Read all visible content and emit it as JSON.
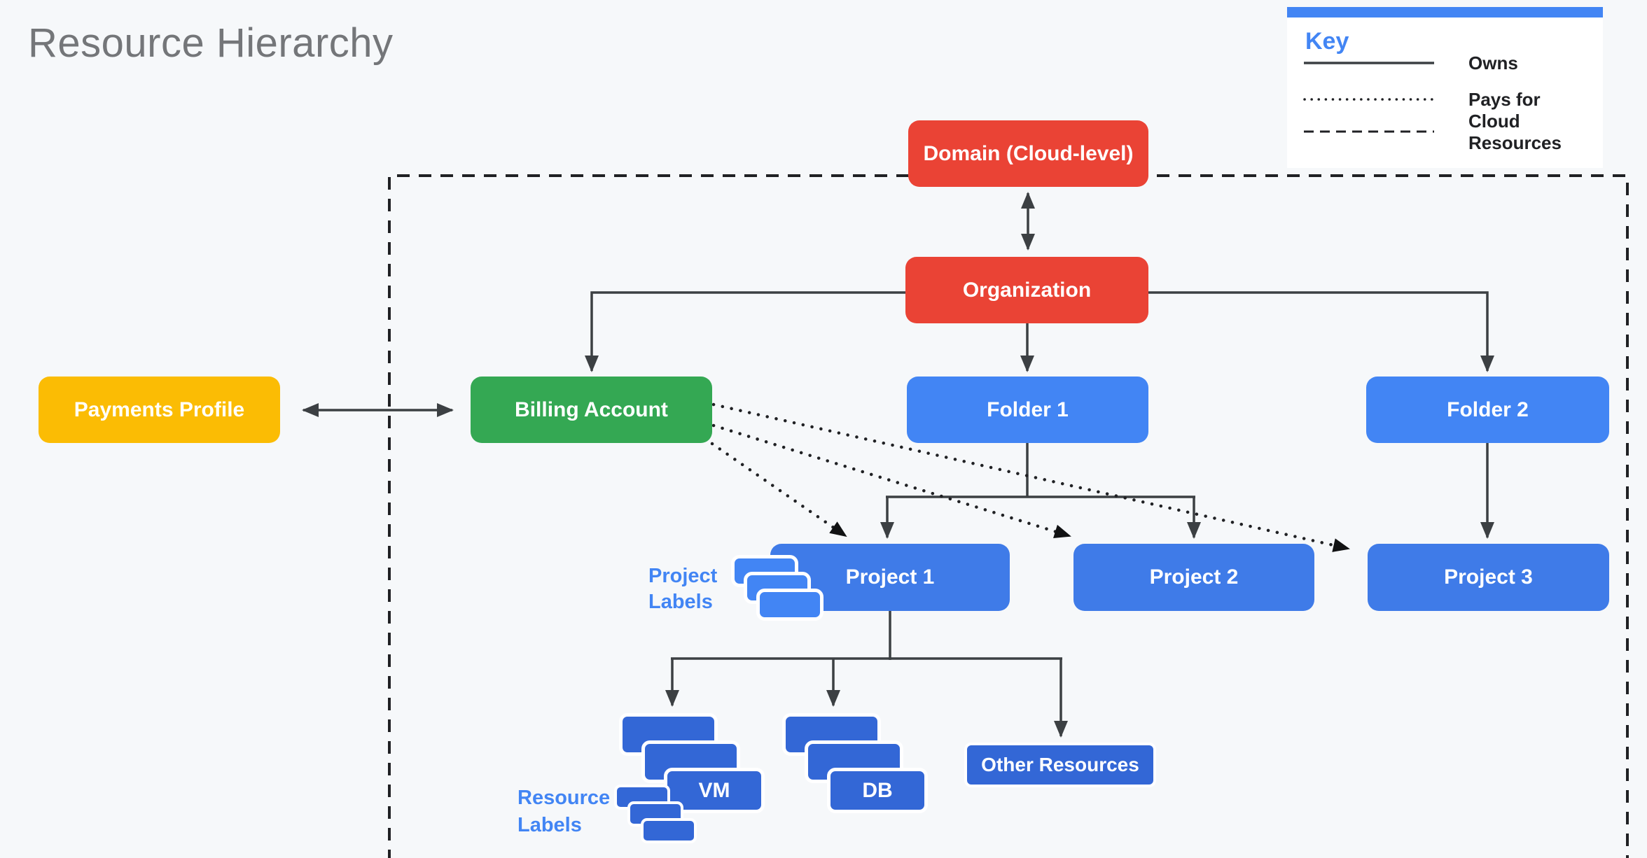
{
  "title": "Resource Hierarchy",
  "key": {
    "heading": "Key",
    "items": [
      {
        "style": "solid",
        "label": "Owns"
      },
      {
        "style": "dotted",
        "label": "Pays for"
      },
      {
        "style": "dashed",
        "label": "Cloud\nResources"
      }
    ]
  },
  "nodes": {
    "domain": {
      "label": "Domain (Cloud-level)"
    },
    "organization": {
      "label": "Organization"
    },
    "payments_profile": {
      "label": "Payments Profile"
    },
    "billing_account": {
      "label": "Billing Account"
    },
    "folder1": {
      "label": "Folder 1"
    },
    "folder2": {
      "label": "Folder 2"
    },
    "project1": {
      "label": "Project 1"
    },
    "project2": {
      "label": "Project 2"
    },
    "project3": {
      "label": "Project 3"
    },
    "vm": {
      "label": "VM"
    },
    "db": {
      "label": "DB"
    },
    "other_resources": {
      "label": "Other Resources"
    }
  },
  "annotations": {
    "project_labels": "Project\nLabels",
    "resource_labels": "Resource\nLabels"
  },
  "edges": [
    {
      "from": "domain",
      "to": "organization",
      "type": "owns",
      "bidirectional": true
    },
    {
      "from": "payments_profile",
      "to": "billing_account",
      "type": "owns",
      "bidirectional": true
    },
    {
      "from": "organization",
      "to": "billing_account",
      "type": "owns"
    },
    {
      "from": "organization",
      "to": "folder1",
      "type": "owns"
    },
    {
      "from": "organization",
      "to": "folder2",
      "type": "owns"
    },
    {
      "from": "folder1",
      "to": "project1",
      "type": "owns"
    },
    {
      "from": "folder1",
      "to": "project2",
      "type": "owns"
    },
    {
      "from": "folder2",
      "to": "project3",
      "type": "owns"
    },
    {
      "from": "project1",
      "to": "vm",
      "type": "owns"
    },
    {
      "from": "project1",
      "to": "db",
      "type": "owns"
    },
    {
      "from": "project1",
      "to": "other_resources",
      "type": "owns"
    },
    {
      "from": "billing_account",
      "to": "project1",
      "type": "pays_for"
    },
    {
      "from": "billing_account",
      "to": "project2",
      "type": "pays_for"
    },
    {
      "from": "billing_account",
      "to": "project3",
      "type": "pays_for"
    }
  ],
  "colors": {
    "red": "#EA4335",
    "green": "#34A853",
    "folder_blue": "#4285F4",
    "project_blue": "#3F7BE8",
    "resource_blue": "#3367D6",
    "yellow": "#FBBC04",
    "accent_blue": "#4285F4",
    "line": "#3C4043",
    "dark": "#202124",
    "title_gray": "#747679",
    "canvas_bg": "#F6F8FA",
    "panel_bg": "#FFFFFF"
  }
}
